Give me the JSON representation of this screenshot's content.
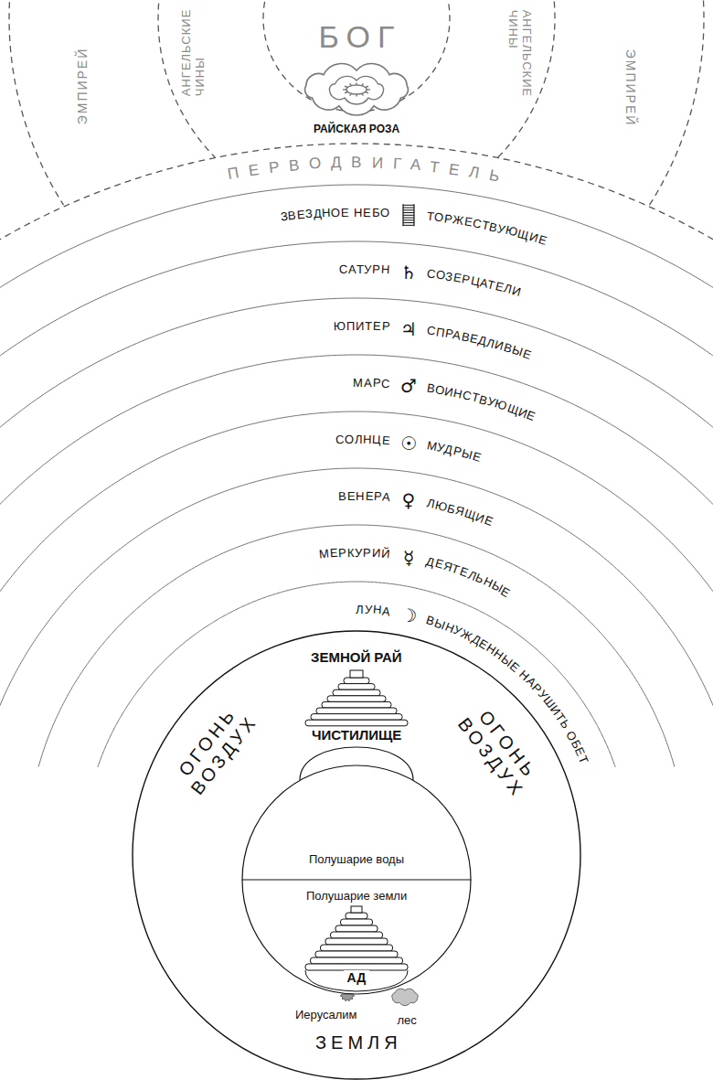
{
  "diagram": {
    "nodes": [
      {
        "text": [
          "ЭМПИРЕЙ"
        ]
      },
      {
        "text": [
          "АНГЕЛЬСКИЕ ЧИНЫ"
        ]
      },
      {
        "text": [
          "БОГ"
        ]
      },
      {
        "text": [
          "АНГЕЛЬСКИЕ ЧИНЫ"
        ]
      },
      {
        "text": [
          "ЭМПИРЕЙ"
        ]
      },
      {
        "text": [
          "РАЙСКАЯ РОЗА"
        ]
      },
      {
        "text": [
          "ПЕРВОДВИГАТЕЛЬ"
        ]
      },
      {
        "text": [
          "ЗВЕЗДНОЕ НЕБО",
          "ТОРЖЕСТВУЮЩИЕ"
        ]
      },
      {
        "text": [
          "САТУРН",
          "♄",
          "СОЗЕРЦАТЕЛИ"
        ]
      },
      {
        "text": [
          "ЮПИТЕР",
          "♃",
          "СПРАВЕДЛИВЫЕ"
        ]
      },
      {
        "text": [
          "МАРС",
          "♂",
          "ВОИНСТВУЮЩИЕ"
        ]
      },
      {
        "text": [
          "СОЛНЦЕ",
          "☉",
          "МУДРЫЕ"
        ]
      },
      {
        "text": [
          "ВЕНЕРА",
          "♀",
          "ЛЮБЯЩИЕ"
        ]
      },
      {
        "text": [
          "МЕРКУРИЙ",
          "☿",
          "ДЕЯТЕЛЬНЫЕ"
        ]
      },
      {
        "text": [
          "ЛУНА",
          "☽",
          "ВЫНУЖДЕННЫЕ НАРУШИТЬ ОБЕТ"
        ]
      },
      {
        "text": [
          "ОГОНЬ ВОЗДУХ",
          "ОГОНЬ ВОЗДУХ",
          "ЗЕМЛЯ"
        ]
      },
      {
        "text": [
          "ЗЕМНОЙ РАЙ",
          "ЧИСТИЛИЩЕ"
        ],
        "in": 15
      },
      {
        "text": [
          "Полушарие воды"
        ],
        "in": 15
      },
      {
        "text": [
          "Полушарие земли"
        ],
        "in": 15
      },
      {
        "text": [
          "АД"
        ],
        "in": 18
      }
    ],
    "labels": [
      "Иерусалим",
      "лес"
    ]
  }
}
